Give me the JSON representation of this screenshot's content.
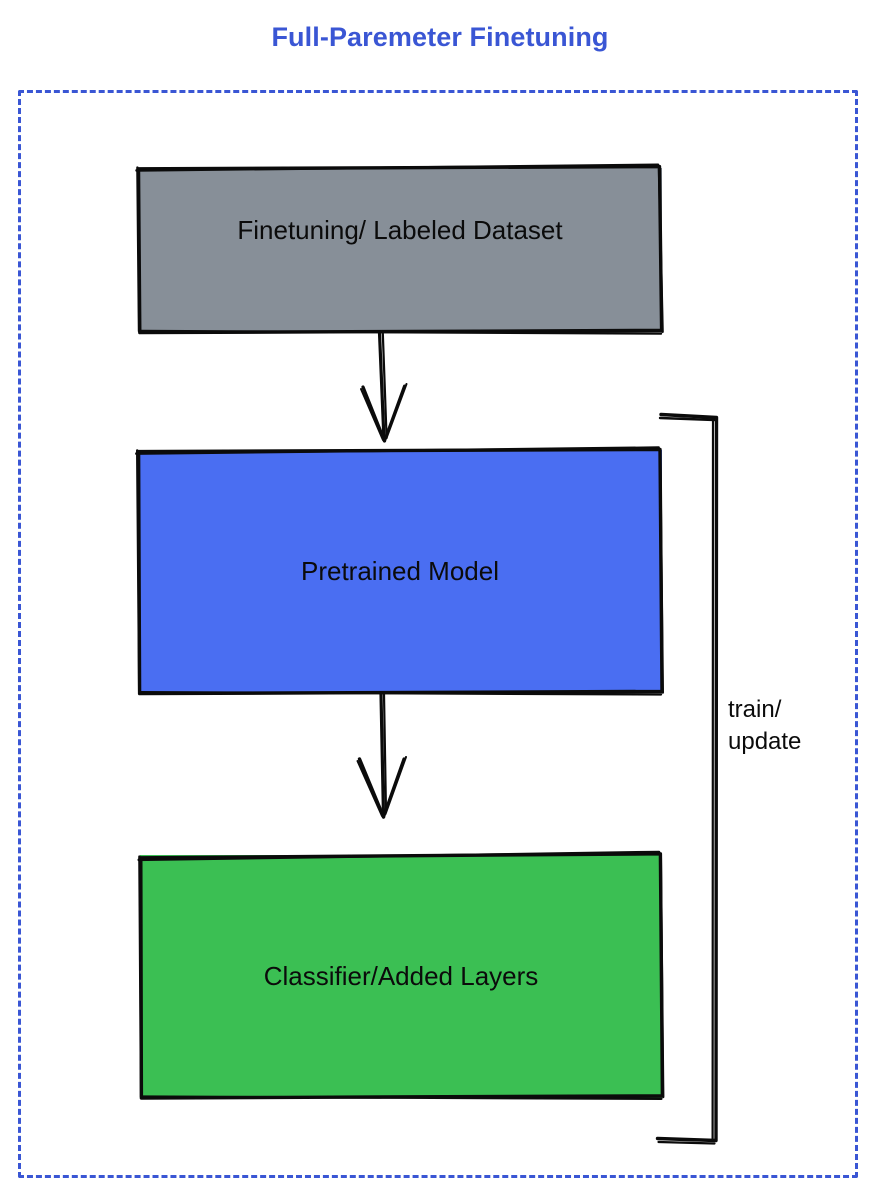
{
  "title": "Full-Paremeter Finetuning",
  "theme": {
    "title_color": "#3a56d4",
    "frame_color": "#3a56d4",
    "stroke_color": "#0b0b0b",
    "dataset_fill": "#878f98",
    "pretrained_fill": "#4a6ef2",
    "classifier_fill": "#3bbf53",
    "label_color": "#0b0b0b",
    "background": "#ffffff"
  },
  "frame": {
    "style": "dashed",
    "name": "full-parameter-finetuning-group"
  },
  "nodes": [
    {
      "id": "dataset",
      "label": "Finetuning/ Labeled Dataset",
      "fill": "#878f98",
      "shape": "rectangle"
    },
    {
      "id": "pretrained",
      "label": "Pretrained Model",
      "fill": "#4a6ef2",
      "shape": "rectangle"
    },
    {
      "id": "classifier",
      "label": "Classifier/Added Layers",
      "fill": "#3bbf53",
      "shape": "rectangle"
    }
  ],
  "edges": [
    {
      "id": "dataset-to-pretrained",
      "from": "dataset",
      "to": "pretrained",
      "label": "",
      "arrow": "down"
    },
    {
      "id": "pretrained-to-classifier",
      "from": "pretrained",
      "to": "classifier",
      "label": "",
      "arrow": "down"
    },
    {
      "id": "feedback-loop",
      "from": "classifier",
      "to": "pretrained",
      "label_line1": "train/",
      "label_line2": "update",
      "arrow": "none"
    }
  ]
}
